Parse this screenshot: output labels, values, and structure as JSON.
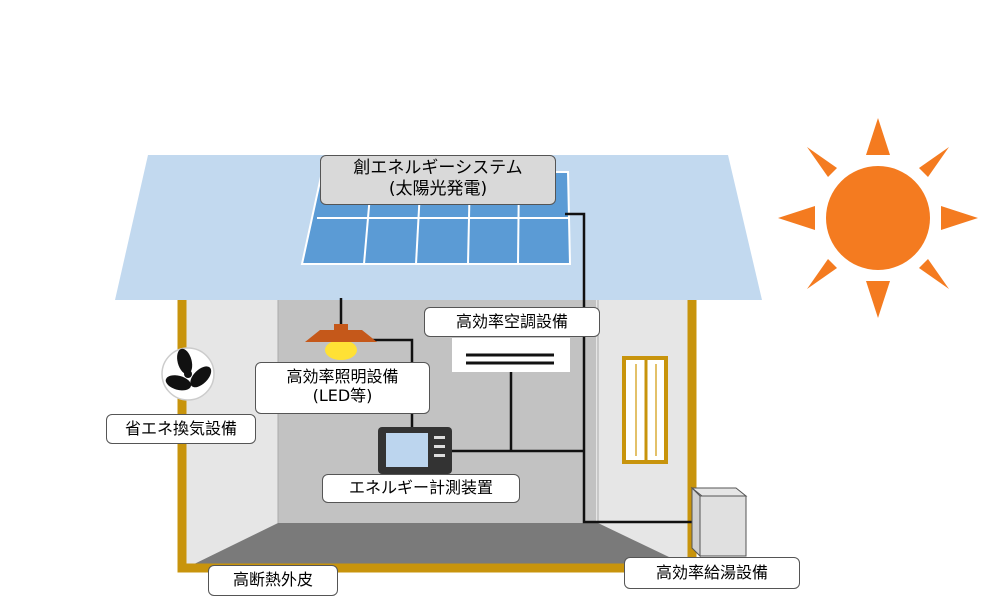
{
  "labels": {
    "pv_line1": "創エネルギーシステム",
    "pv_line2": "(太陽光発電)",
    "hvac": "高効率空調設備",
    "lighting_line1": "高効率照明設備",
    "lighting_line2": "(LED等)",
    "ventilation": "省エネ換気設備",
    "meter": "エネルギー計測装置",
    "insulation": "高断熱外皮",
    "water_heater": "高効率給湯設備"
  },
  "colors": {
    "roof": "#c2d9ef",
    "solar_panel": "#5b9bd5",
    "house_frame": "#c8940c",
    "sun": "#f47b20",
    "lamp_shade": "#c5581a",
    "lamp_bulb": "#ffe135"
  }
}
